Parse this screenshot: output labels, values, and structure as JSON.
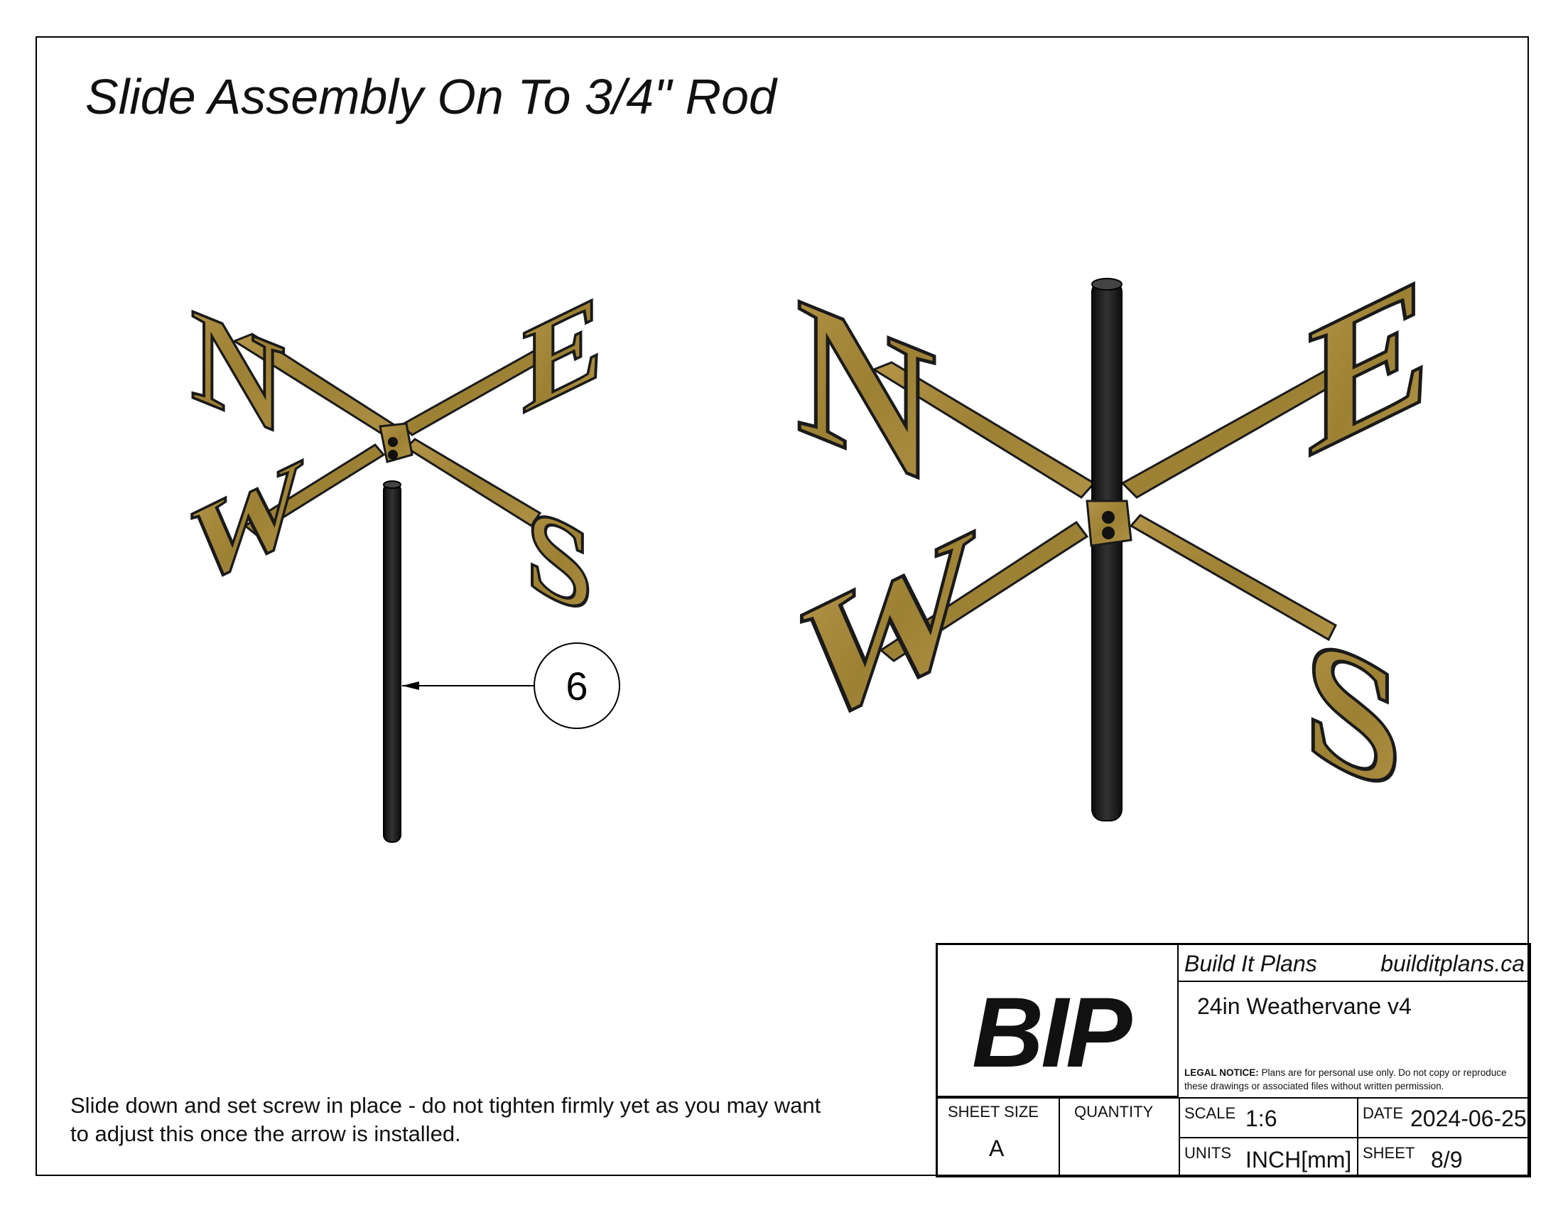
{
  "title": "Slide Assembly On To 3/4\" Rod",
  "callout": {
    "number": "6"
  },
  "compass_letters": {
    "north": "N",
    "east": "E",
    "south": "S",
    "west": "W"
  },
  "note": {
    "line1": "Slide down and set screw in place - do not tighten firmly yet as you may want",
    "line2": "to adjust this once the arrow is installed."
  },
  "title_block": {
    "logo": "BIP",
    "company": "Build It Plans",
    "website": "builditplans.ca",
    "project": "24in Weathervane v4",
    "legal_label": "LEGAL NOTICE:",
    "legal_text": "Plans are for personal use only. Do not copy or reproduce these drawings or associated files without written permission.",
    "sheet_size_label": "SHEET SIZE",
    "sheet_size": "A",
    "quantity_label": "QUANTITY",
    "quantity": "",
    "scale_label": "SCALE",
    "scale": "1:6",
    "date_label": "DATE",
    "date": "2024-06-25",
    "units_label": "UNITS",
    "units": "INCH[mm]",
    "sheet_label": "SHEET",
    "sheet": "8/9"
  },
  "colors": {
    "brass": "#a88a3c",
    "brass_dark": "#6e5620",
    "rod": "#1c1c1c"
  }
}
